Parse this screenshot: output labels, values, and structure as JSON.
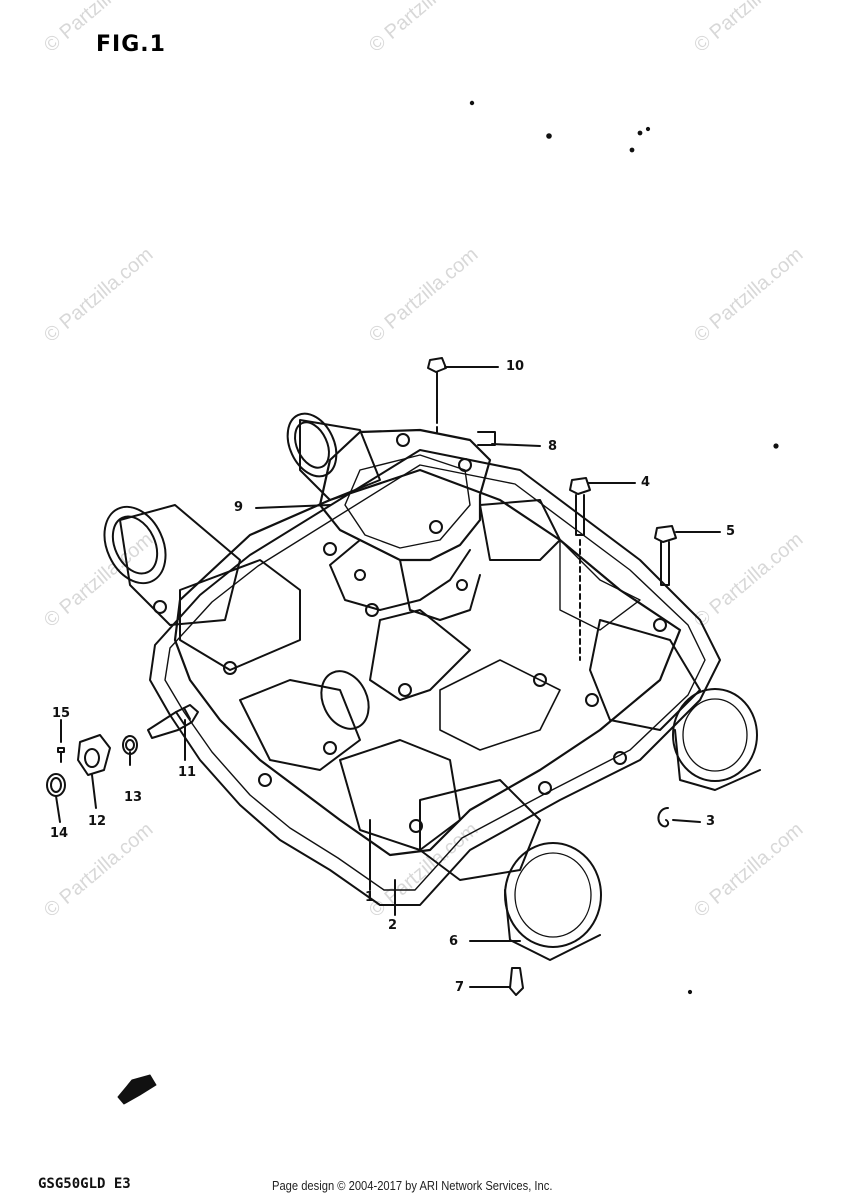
{
  "figure": {
    "title": "FIG.1"
  },
  "footer": {
    "model": "GSG50GLD E3",
    "copyright": "Page design © 2004-2017 by ARI Network Services, Inc."
  },
  "watermark": {
    "text": "© Partzilla.com"
  },
  "callouts": [
    "1",
    "2",
    "3",
    "4",
    "5",
    "6",
    "7",
    "8",
    "9",
    "10",
    "11",
    "12",
    "13",
    "14",
    "15"
  ]
}
